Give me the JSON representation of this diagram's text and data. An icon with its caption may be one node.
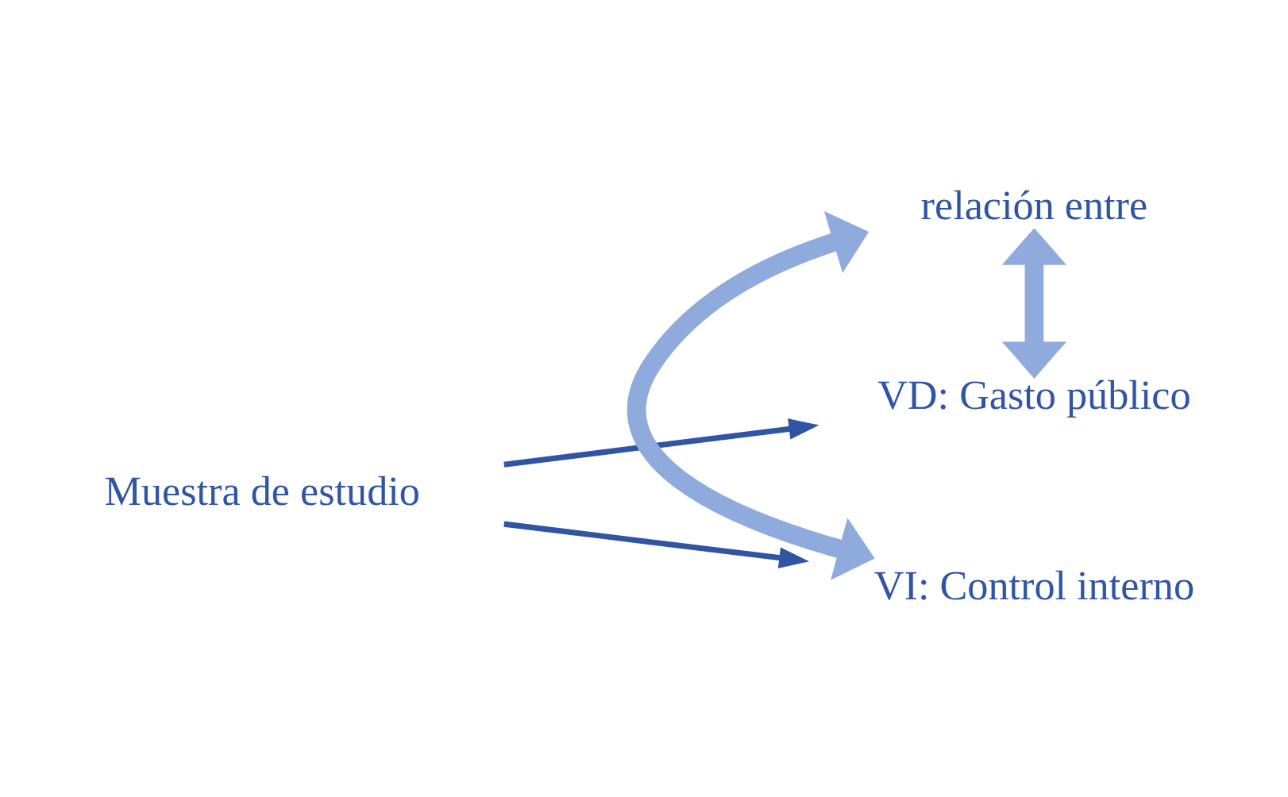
{
  "diagram": {
    "nodes": [
      {
        "text": [
          "Muestra de estudio"
        ]
      },
      {
        "text": [
          "VI: Control interno"
        ]
      },
      {
        "text": [
          "relación entre"
        ]
      },
      {
        "text": [
          "VD: Gasto público"
        ]
      }
    ],
    "edges": [
      {
        "from": 0,
        "to": 1,
        "arrow": "to"
      },
      {
        "from": 0,
        "to": 3,
        "arrow": "to"
      },
      {
        "from": 2,
        "to": 1,
        "arrow": "both",
        "style": "thick",
        "color": "#8faadc"
      },
      {
        "from": 2,
        "to": 3,
        "arrow": "both",
        "style": "thick",
        "color": "#8faadc"
      }
    ]
  }
}
